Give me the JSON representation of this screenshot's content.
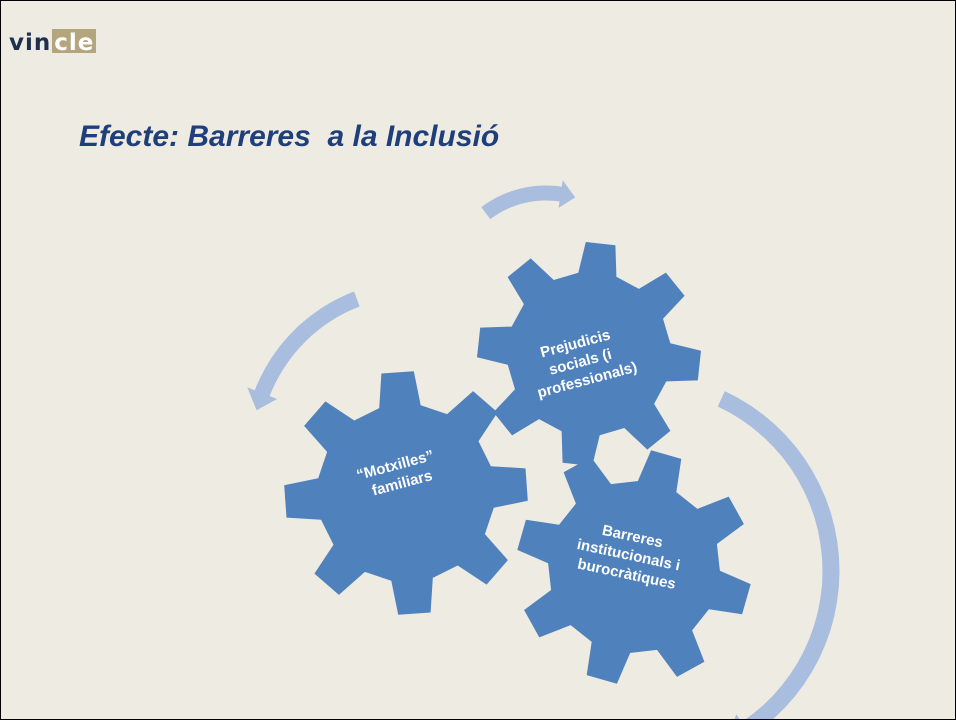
{
  "logo": {
    "part_a": "vin",
    "part_b": "cle"
  },
  "title": "Efecte: Barreres  a la Inclusió",
  "gears": [
    {
      "lines": [
        "“Motxilles”",
        "familiars"
      ]
    },
    {
      "lines": [
        "Prejudicis",
        "socials (i",
        "professionals)"
      ]
    },
    {
      "lines": [
        "Barreres",
        "institucionals i",
        "burocràtiques"
      ]
    }
  ],
  "colors": {
    "background": "#eeebe2",
    "title": "#1f3f7a",
    "gear": "#4f81bd",
    "arrow": "#a9bddf",
    "logo_dark": "#1e2f4f",
    "logo_box": "#b5a57c"
  },
  "icons": [
    "gear-shape",
    "curved-arrow"
  ]
}
